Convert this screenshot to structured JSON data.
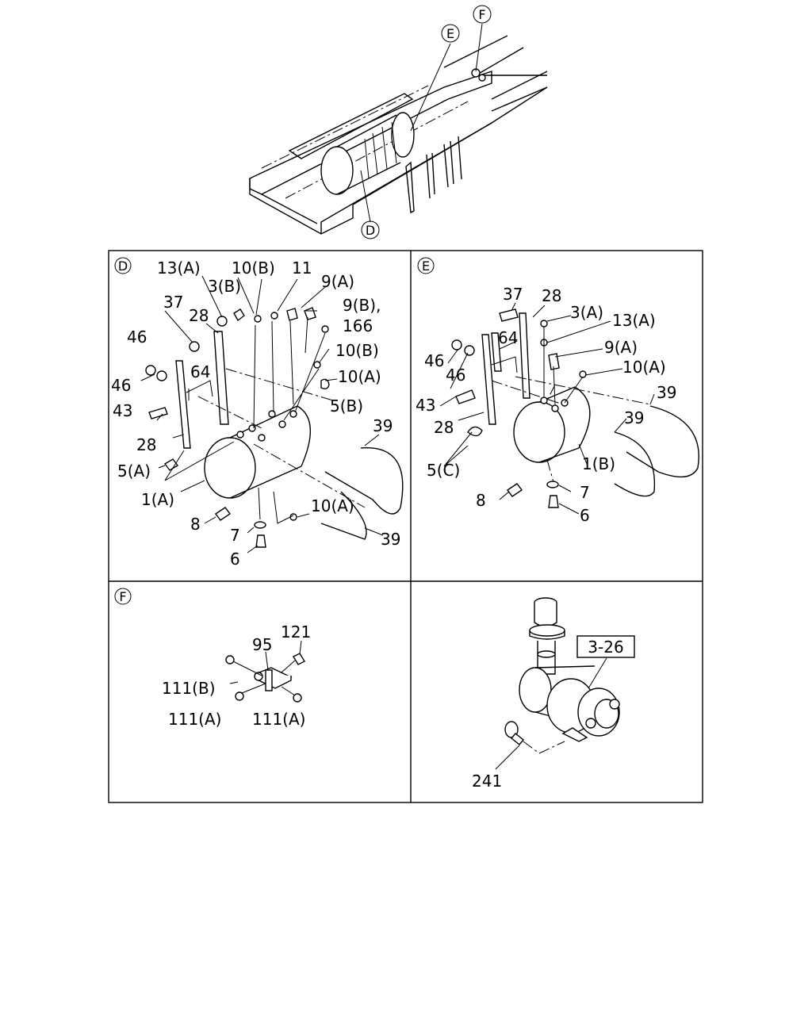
{
  "overview": {
    "callouts": {
      "e": "E",
      "f": "F",
      "d": "D"
    }
  },
  "panel_d": {
    "marker": "D",
    "labels": {
      "p13a": "13(A)",
      "p10b_top": "10(B)",
      "p11": "11",
      "p3b": "3(B)",
      "p9a": "9(A)",
      "p9b": "9(B),",
      "p166": "166",
      "p37": "37",
      "p28_top": "28",
      "p46_top": "46",
      "p10b_mid": "10(B)",
      "p64": "64",
      "p10a_mid": "10(A)",
      "p46_mid": "46",
      "p5b": "5(B)",
      "p43": "43",
      "p39_top": "39",
      "p28_bot": "28",
      "p5a": "5(A)",
      "p1a": "1(A)",
      "p10a_bot": "10(A)",
      "p8": "8",
      "p7": "7",
      "p39_bot": "39",
      "p6": "6"
    }
  },
  "panel_e": {
    "marker": "E",
    "labels": {
      "p37": "37",
      "p28_top": "28",
      "p3a": "3(A)",
      "p13a": "13(A)",
      "p64": "64",
      "p9a": "9(A)",
      "p46a": "46",
      "p46b": "46",
      "p10a": "10(A)",
      "p39a": "39",
      "p43": "43",
      "p39b": "39",
      "p28_bot": "28",
      "p1b": "1(B)",
      "p5c": "5(C)",
      "p7": "7",
      "p8": "8",
      "p6": "6"
    }
  },
  "panel_f": {
    "marker": "F",
    "labels": {
      "p121": "121",
      "p95": "95",
      "p111b": "111(B)",
      "p111a_l": "111(A)",
      "p111a_r": "111(A)"
    }
  },
  "panel_g": {
    "labels": {
      "ref": "3-26",
      "p241": "241"
    }
  }
}
